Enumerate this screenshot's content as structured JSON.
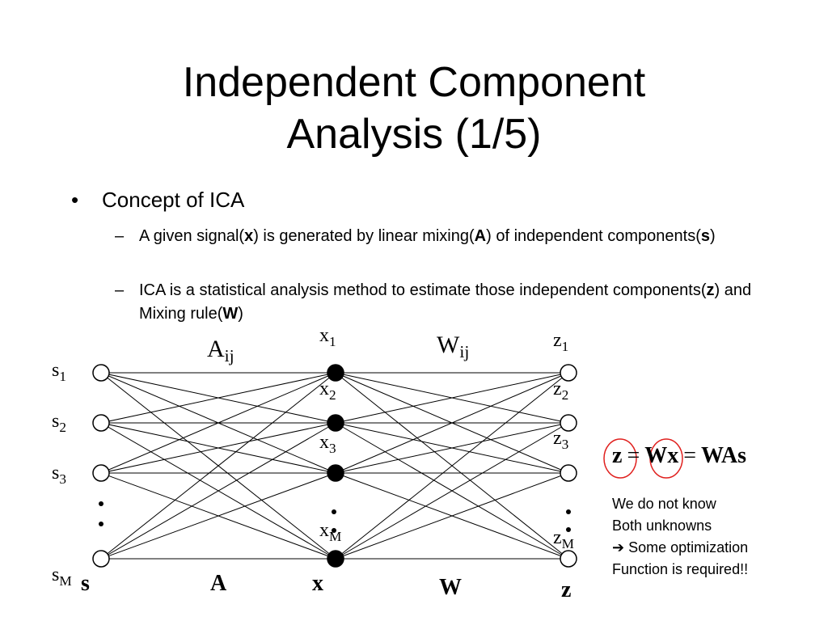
{
  "title": {
    "line1": "Independent Component",
    "line2": "Analysis (1/5)"
  },
  "bullets": {
    "main": "Concept of ICA",
    "sub1": {
      "t1": "A given signal(",
      "b1": "x",
      "t2": ") is generated by linear mixing(",
      "b2": "A",
      "t3": ") of independent components(",
      "b3": "s",
      "t4": ")"
    },
    "sub2": {
      "t1": "ICA is a statistical analysis method to estimate those independent components(",
      "b1": "z",
      "t2": ") and Mixing rule(",
      "b2": "W",
      "t3": ")"
    }
  },
  "diagram": {
    "source_labels": [
      "s",
      "s",
      "s",
      "s"
    ],
    "source_subs": [
      "1",
      "2",
      "3",
      "M"
    ],
    "mixed_labels": [
      "x",
      "x",
      "x",
      "x"
    ],
    "mixed_subs": [
      "1",
      "2",
      "3",
      "M"
    ],
    "output_labels": [
      "z",
      "z",
      "z",
      "z"
    ],
    "output_subs": [
      "1",
      "2",
      "3",
      "M"
    ],
    "mixing_label": "A",
    "mixing_sub": "ij",
    "unmixing_label": "W",
    "unmixing_sub": "ij",
    "layer_labels": {
      "s": "s",
      "A": "A",
      "x": "x",
      "W": "W",
      "z": "z"
    }
  },
  "equation": {
    "lhs": "z",
    "eq1": "=",
    "mid": "Wx",
    "eq2": "=",
    "rhs": "WAs"
  },
  "note": {
    "line1": "We do not know",
    "line2": "Both unknowns",
    "arrow": "➔",
    "line3": " Some optimization",
    "line4": "Function is required!!"
  },
  "colors": {
    "highlight_circle": "#e0201e",
    "text": "#000000"
  }
}
